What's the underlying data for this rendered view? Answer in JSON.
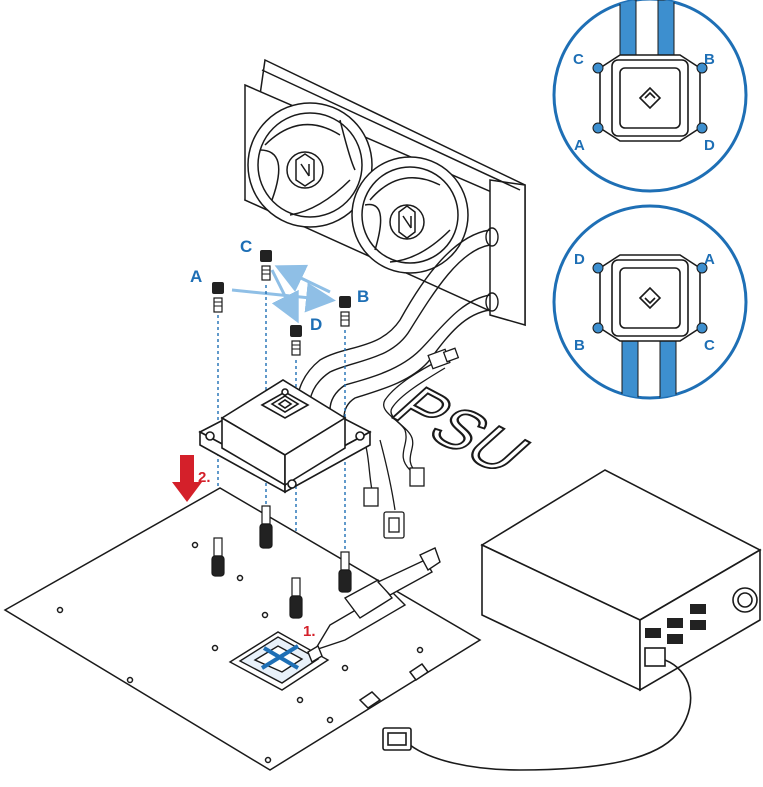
{
  "colors": {
    "accent_blue": "#1e6fb5",
    "tube_blue": "#3d8fcf",
    "arrow_light_blue": "#8fbfe6",
    "step_red": "#d4202a",
    "line": "#1a1a1a"
  },
  "screw_labels": {
    "a": "A",
    "b": "B",
    "c": "C",
    "d": "D"
  },
  "inset_top": {
    "tl": "C",
    "tr": "B",
    "bl": "A",
    "br": "D"
  },
  "inset_bottom": {
    "tl": "D",
    "tr": "A",
    "bl": "B",
    "br": "C"
  },
  "steps": {
    "one": "1.",
    "two": "2."
  },
  "psu_label": "PSU",
  "icons": [
    "pump-logo-icon",
    "fan-logo-icon",
    "step-arrow-icon"
  ]
}
